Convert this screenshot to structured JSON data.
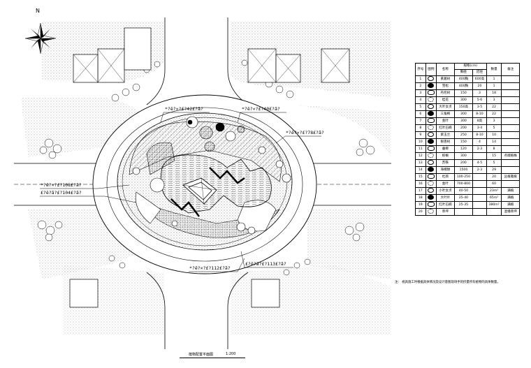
{
  "drawing": {
    "north_label": "N",
    "title": "植物配置平面图",
    "scale": "1:200",
    "note": "注：  视具施工时根据具体情况及设计意图现场手的挤量所有植物的具体数量。"
  },
  "dimension_labels": [
    "*?ê?×?£?42£?ã?",
    "*?ê?×?£?40£?ã?",
    "*?ê?×?£?78£?ã?",
    "*?ê?×?£?108£?ã?",
    "£?ê?ã?£?104£?ã?",
    "*?ê?×?£?112£?ã?",
    "£?ê?ã?£?113£?ã?"
  ],
  "table": {
    "headers": [
      "序号",
      "图例",
      "名称",
      "规格(cm)",
      "",
      "数量",
      "备注"
    ],
    "subheaders": [
      "",
      "",
      "",
      "胸径",
      "冠径",
      "",
      ""
    ],
    "rows": [
      {
        "no": "1",
        "icon": "plant-symbol-1",
        "name": "黄葛树",
        "a": "400胸",
        "b": "600高",
        "qty": "1",
        "note": ""
      },
      {
        "no": "2",
        "icon": "plant-symbol-2",
        "name": "雪松",
        "a": "400胸",
        "b": "20",
        "qty": "1",
        "note": ""
      },
      {
        "no": "3",
        "icon": "plant-symbol-3",
        "name": "丹尼树",
        "a": "150",
        "b": "3",
        "qty": "18",
        "note": ""
      },
      {
        "no": "4",
        "icon": "plant-symbol-4",
        "name": "桂花",
        "a": "300",
        "b": "5-6",
        "qty": "3",
        "note": ""
      },
      {
        "no": "5",
        "icon": "plant-symbol-5",
        "name": "大叶女贞",
        "a": "150高",
        "b": "3-5",
        "qty": "22",
        "note": ""
      },
      {
        "no": "6",
        "icon": "plant-symbol-6",
        "name": "三角梅",
        "a": "300",
        "b": "8-10",
        "qty": "22",
        "note": ""
      },
      {
        "no": "7",
        "icon": "plant-symbol-7",
        "name": "金叶",
        "a": "300",
        "b": "8高",
        "qty": "3",
        "note": ""
      },
      {
        "no": "8",
        "icon": "plant-symbol-8",
        "name": "红叶石楠",
        "a": "200",
        "b": "3-4",
        "qty": "5",
        "note": ""
      },
      {
        "no": "9",
        "icon": "plant-symbol-9",
        "name": "紫玉兰",
        "a": "250",
        "b": "8-10",
        "qty": "10",
        "note": ""
      },
      {
        "no": "10",
        "icon": "plant-symbol-10",
        "name": "银杏树",
        "a": "150",
        "b": "4",
        "qty": "14",
        "note": ""
      },
      {
        "no": "11",
        "icon": "plant-symbol-11",
        "name": "垂柳",
        "a": "120",
        "b": "2-3",
        "qty": "8",
        "note": ""
      },
      {
        "no": "12",
        "icon": "plant-symbol-12",
        "name": "棕榈",
        "a": "300",
        "b": "",
        "qty": "15",
        "note": "点缀植株"
      },
      {
        "no": "13",
        "icon": "plant-symbol-13",
        "name": "苏铁",
        "a": "200",
        "b": "4-5",
        "qty": "5",
        "note": ""
      },
      {
        "no": "14",
        "icon": "plant-symbol-14",
        "name": "海桐球",
        "a": "1500",
        "b": "2-3",
        "qty": "29",
        "note": ""
      },
      {
        "no": "15",
        "icon": "plant-symbol-15",
        "name": "杜鹃",
        "a": "100-250",
        "b": "",
        "qty": "20",
        "note": "丛植栽植"
      },
      {
        "no": "16",
        "icon": "plant-symbol-16",
        "name": "金叶",
        "a": "700-800",
        "b": "",
        "qty": "60",
        "note": ""
      },
      {
        "no": "17",
        "icon": "plant-symbol-17",
        "name": "小叶女贞",
        "a": "40-50",
        "b": "",
        "qty": "23m²",
        "note": "满植"
      },
      {
        "no": "18",
        "icon": "plant-symbol-18",
        "name": "大叶片",
        "a": "25-40",
        "b": "",
        "qty": "65m²",
        "note": "满植"
      },
      {
        "no": "19",
        "icon": "plant-symbol-19",
        "name": "红叶石楠",
        "a": "25-35",
        "b": "",
        "qty": "380m²",
        "note": "满植"
      },
      {
        "no": "20",
        "icon": "plant-symbol-20",
        "name": "草坪",
        "a": "",
        "b": "",
        "qty": "",
        "note": "混播草坪"
      }
    ]
  }
}
